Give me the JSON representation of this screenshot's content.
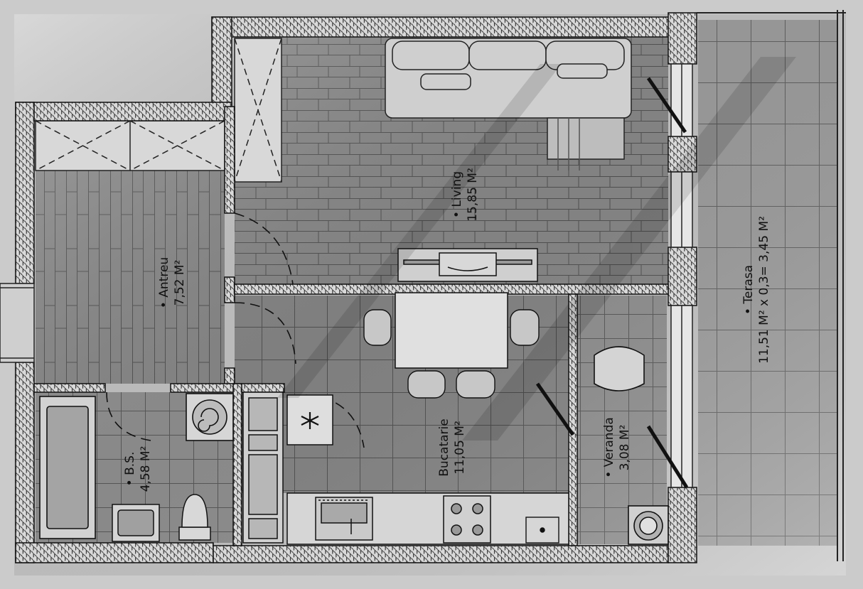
{
  "rooms": {
    "living": {
      "name": "• Living",
      "area": "15,85 M²"
    },
    "antreu": {
      "name": "• Antreu",
      "area": "7,52 M²"
    },
    "bucatarie": {
      "name": "Bucatarie",
      "area": "11,05 M²"
    },
    "bs": {
      "name": "• B.S.",
      "area": "4,58 M²"
    },
    "veranda": {
      "name": "• Veranda",
      "area": "3,08 M²"
    },
    "terasa": {
      "name": "• Terasa",
      "area": "11,51 M² x 0,3= 3,45 M²"
    }
  },
  "colors": {
    "paper": "#c9c9c9",
    "wall": "#2b2b2b",
    "floor_light": "#a9a9a9",
    "floor_dark": "#6e6e6e",
    "line": "#1a1a1a"
  },
  "icons": {
    "washing_machine": "washing-machine-icon",
    "stove": "stove-icon",
    "sink": "sink-icon",
    "toilet": "toilet-icon",
    "boiler": "boiler-icon",
    "fridge": "snowflake-icon"
  }
}
